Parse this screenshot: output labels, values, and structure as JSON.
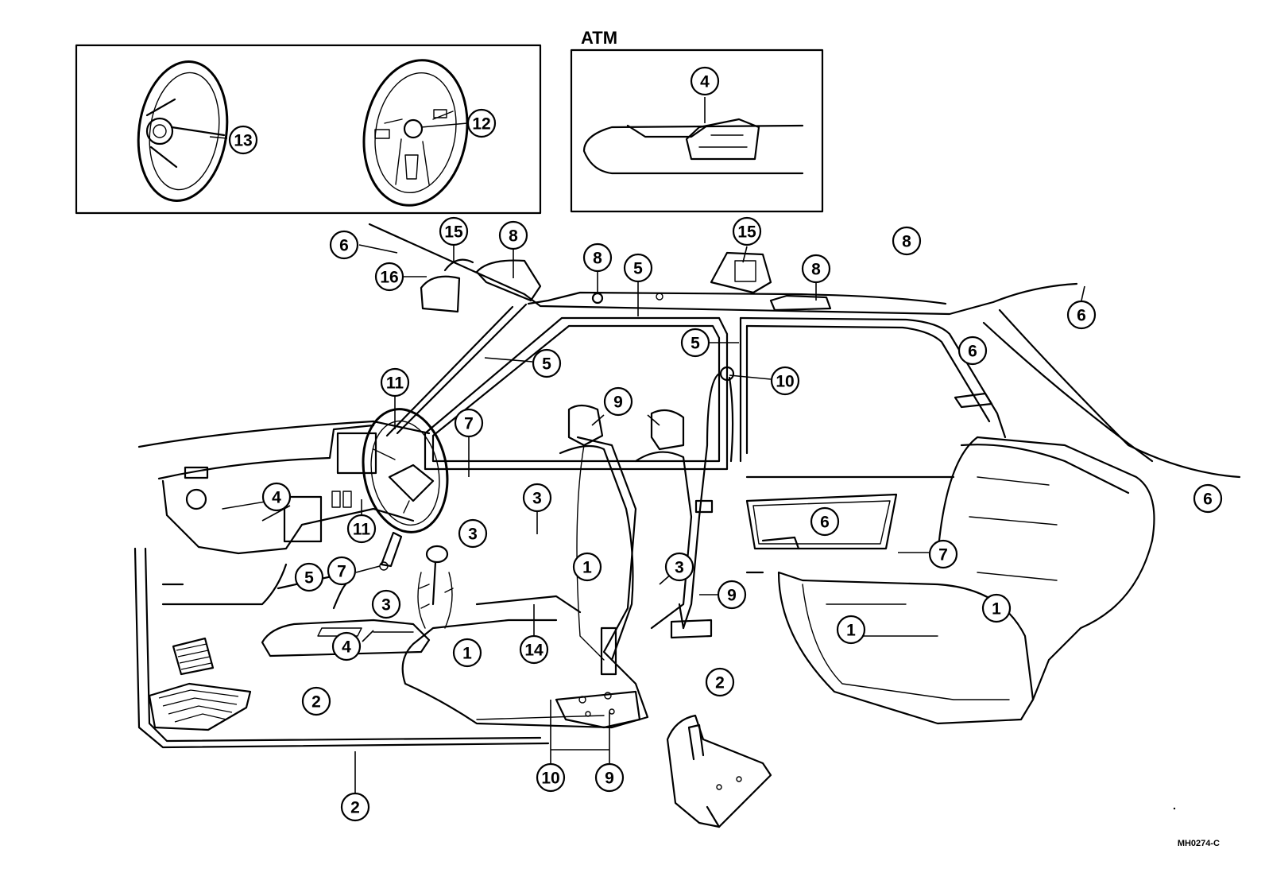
{
  "inset_label": "ATM",
  "figure_code": "MH0274-C",
  "callouts": [
    {
      "id": "c13",
      "text": "13"
    },
    {
      "id": "c12",
      "text": "12"
    },
    {
      "id": "c4a",
      "text": "4"
    },
    {
      "id": "c6a",
      "text": "6"
    },
    {
      "id": "c15a",
      "text": "15"
    },
    {
      "id": "c8a",
      "text": "8"
    },
    {
      "id": "c16",
      "text": "16"
    },
    {
      "id": "c8b",
      "text": "8"
    },
    {
      "id": "c5a",
      "text": "5"
    },
    {
      "id": "c15b",
      "text": "15"
    },
    {
      "id": "c8c",
      "text": "8"
    },
    {
      "id": "c8d",
      "text": "8"
    },
    {
      "id": "c6b",
      "text": "6"
    },
    {
      "id": "c5b",
      "text": "5"
    },
    {
      "id": "c6c",
      "text": "6"
    },
    {
      "id": "c5c",
      "text": "5"
    },
    {
      "id": "c10a",
      "text": "10"
    },
    {
      "id": "c11a",
      "text": "11"
    },
    {
      "id": "c9a",
      "text": "9"
    },
    {
      "id": "c7a",
      "text": "7"
    },
    {
      "id": "c4b",
      "text": "4"
    },
    {
      "id": "c3a",
      "text": "3"
    },
    {
      "id": "c3b",
      "text": "3"
    },
    {
      "id": "c11b",
      "text": "11"
    },
    {
      "id": "c6d",
      "text": "6"
    },
    {
      "id": "c6e",
      "text": "6"
    },
    {
      "id": "c7b",
      "text": "7"
    },
    {
      "id": "c5d",
      "text": "5"
    },
    {
      "id": "c7c",
      "text": "7"
    },
    {
      "id": "c1a",
      "text": "1"
    },
    {
      "id": "c3c",
      "text": "3"
    },
    {
      "id": "c9b",
      "text": "9"
    },
    {
      "id": "c1b",
      "text": "1"
    },
    {
      "id": "c3d",
      "text": "3"
    },
    {
      "id": "c4c",
      "text": "4"
    },
    {
      "id": "c14",
      "text": "14"
    },
    {
      "id": "c1c",
      "text": "1"
    },
    {
      "id": "c1d",
      "text": "1"
    },
    {
      "id": "c2a",
      "text": "2"
    },
    {
      "id": "c2b",
      "text": "2"
    },
    {
      "id": "c10b",
      "text": "10"
    },
    {
      "id": "c9c",
      "text": "9"
    },
    {
      "id": "c2c",
      "text": "2"
    }
  ]
}
